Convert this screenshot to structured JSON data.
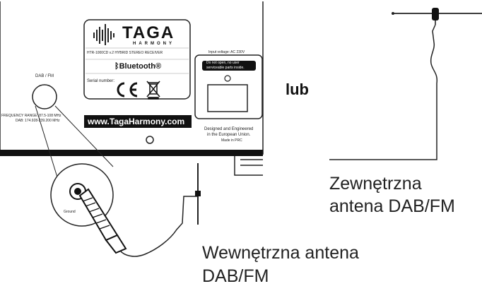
{
  "brand": {
    "name": "TAGA",
    "sub": "HARMONY"
  },
  "panel": {
    "model_line": "HTR-1000CD v.2 HYBRID STEREO RECEIVER",
    "bluetooth": "Bluetooth",
    "serial_label": "Serial number:",
    "website": "www.TagaHarmony.com",
    "designed": [
      "Designed and Engineered",
      "in the European Union.",
      "Made in PRC"
    ]
  },
  "antenna_port": {
    "label": "DAB / FM",
    "freq": [
      "FREQUENCY RANGE: 87.5-108 MHz",
      "DAB: 174.928-239.200 MHz"
    ],
    "zoom_label": "Ground"
  },
  "sticker": {
    "top": "Input voltage: AC 230V",
    "notice": [
      "Do not open, no user",
      "serviceable parts inside."
    ]
  },
  "labels": {
    "or": "lub",
    "external": [
      "Zewnętrzna",
      "antena DAB/FM"
    ],
    "internal": [
      "Wewnętrzna antena",
      "DAB/FM"
    ]
  }
}
